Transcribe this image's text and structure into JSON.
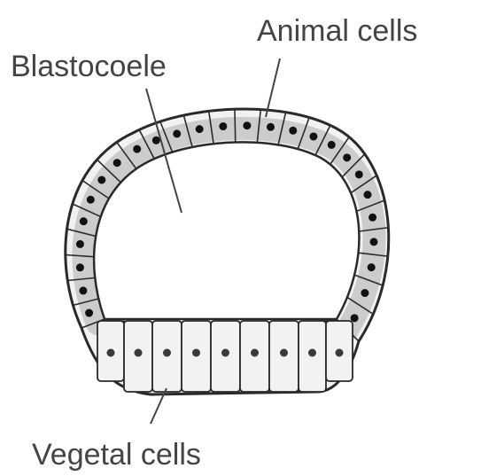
{
  "labels": {
    "blastocoele": "Blastocoele",
    "animal_cells": "Animal cells",
    "vegetal_cells": "Vegetal cells"
  },
  "colors": {
    "ink": "#2a2a2a",
    "label": "#444444",
    "cavity": "#ffffff",
    "nucleus_animal": "#111111",
    "nucleus_vegetal": "#3a3a3a"
  }
}
